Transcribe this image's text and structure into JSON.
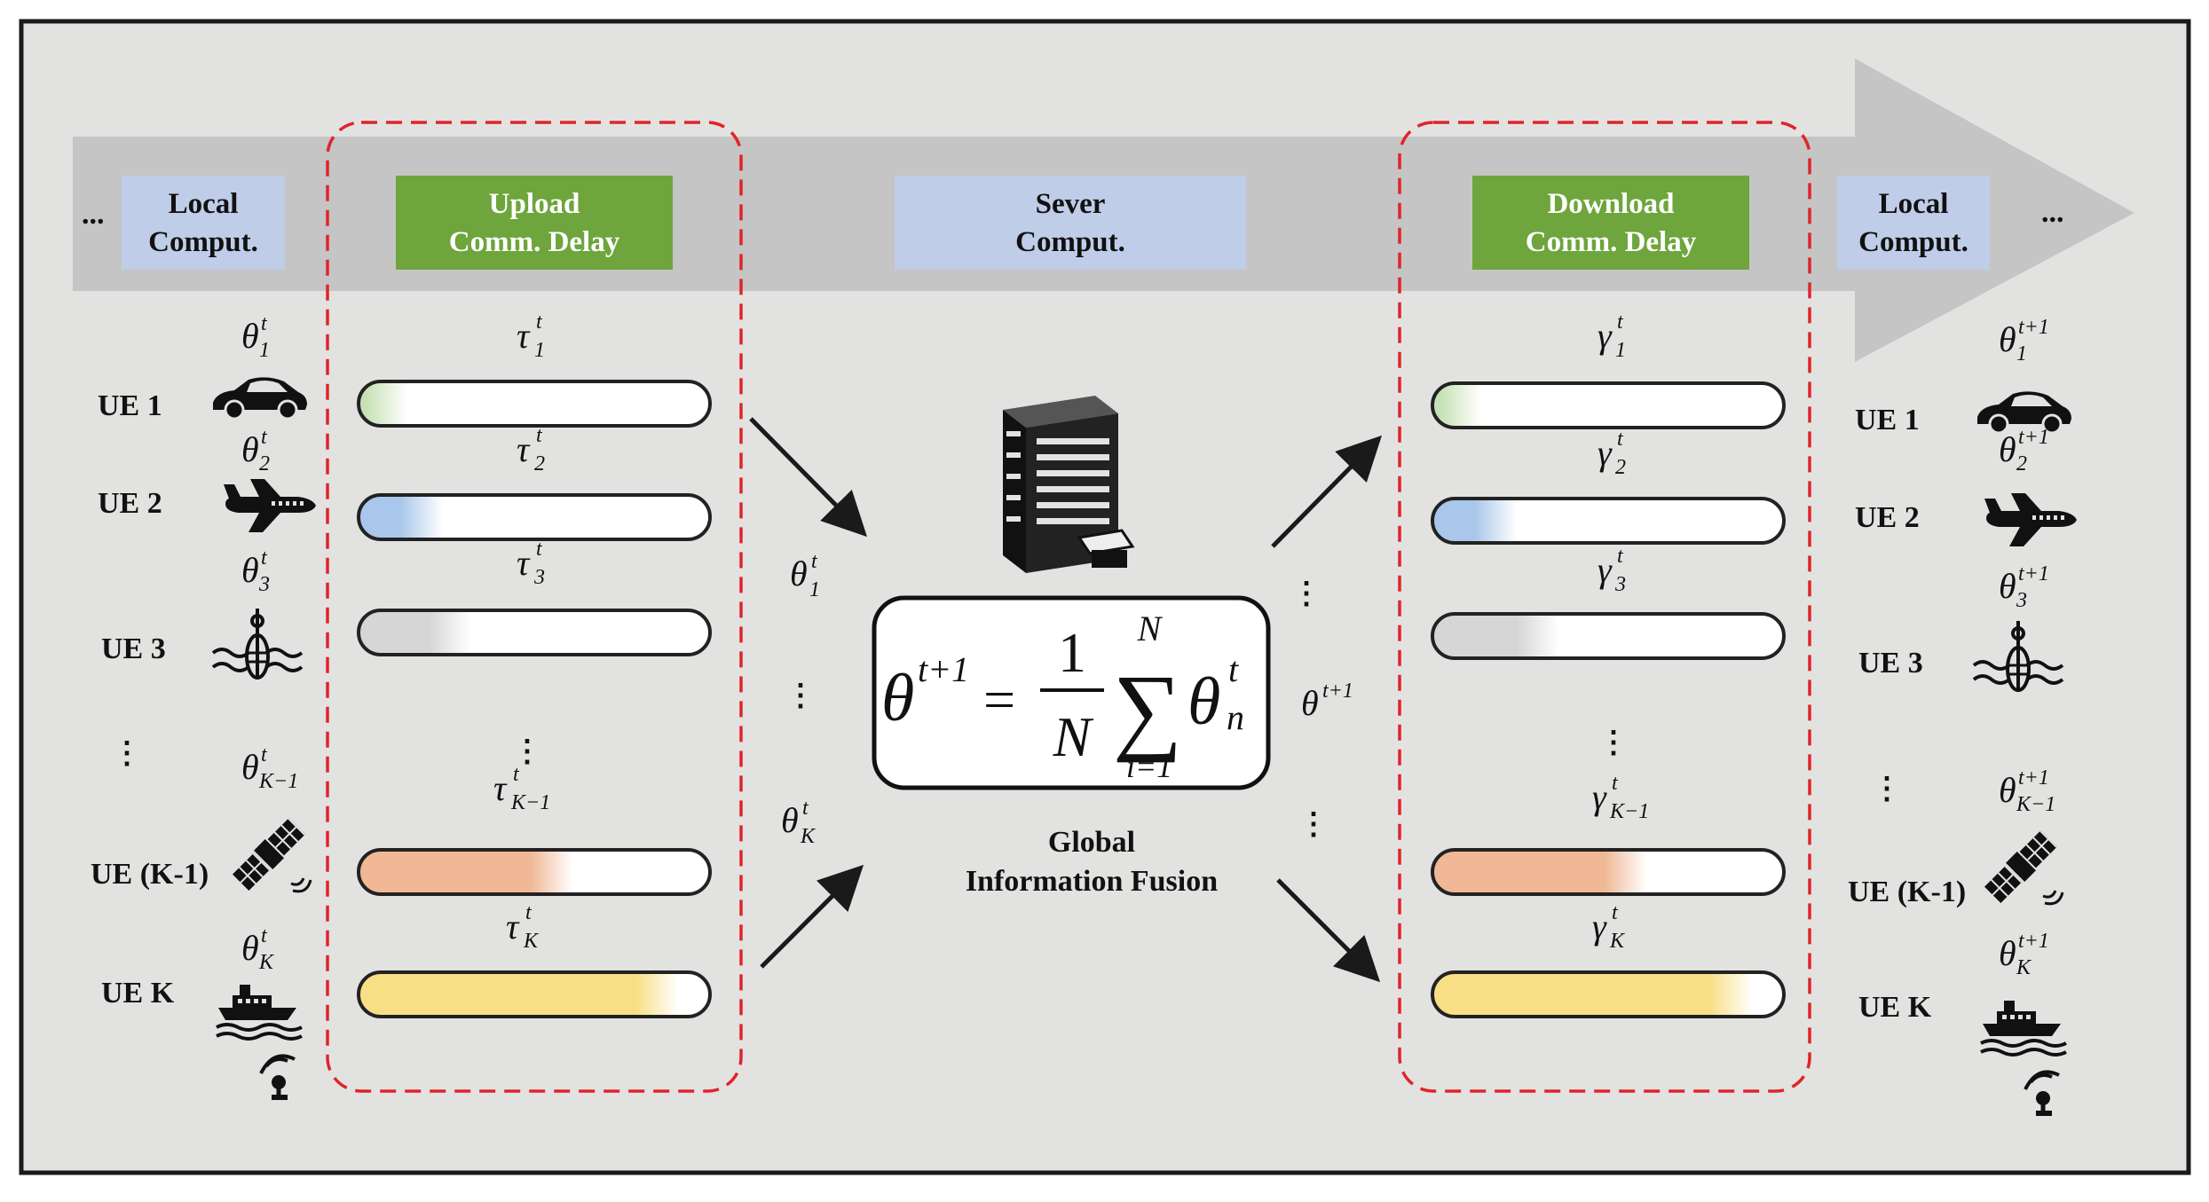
{
  "colors": {
    "background": "#e2e3e1",
    "frame": "#1a1a1a",
    "timeline_arrow": "#c4c5c4",
    "comp_box": "#c0cde9",
    "comm_box": "#6ea53c",
    "dashed_border": "#e0242a",
    "bar_green": "#c6e1b5",
    "bar_blue": "#a9c7ea",
    "bar_gray": "#d6d6d6",
    "bar_orange": "#f0b896",
    "bar_yellow": "#f8df86"
  },
  "timeline": {
    "ellipsis_left": "...",
    "ellipsis_right": "...",
    "stages": [
      {
        "line1": "Local",
        "line2": "Comput."
      },
      {
        "line1": "Upload",
        "line2": "Comm. Delay"
      },
      {
        "line1": "Sever",
        "line2": "Comput."
      },
      {
        "line1": "Download",
        "line2": "Comm. Delay"
      },
      {
        "line1": "Local",
        "line2": "Comput."
      }
    ]
  },
  "left_devices": [
    {
      "label": "UE 1",
      "theta_sub": "1",
      "theta_sup": "t",
      "icon": "car-icon"
    },
    {
      "label": "UE 2",
      "theta_sub": "2",
      "theta_sup": "t",
      "icon": "airplane-icon"
    },
    {
      "label": "UE 3",
      "theta_sub": "3",
      "theta_sup": "t",
      "icon": "buoy-icon"
    },
    {
      "label": "UE (K-1)",
      "theta_sub": "K−1",
      "theta_sup": "t",
      "icon": "satellite-icon"
    },
    {
      "label": "UE K",
      "theta_sub": "K",
      "theta_sup": "t",
      "icon": "ship-icon"
    }
  ],
  "right_devices": [
    {
      "label": "UE 1",
      "theta_sub": "1",
      "theta_sup": "t+1",
      "icon": "car-icon"
    },
    {
      "label": "UE 2",
      "theta_sub": "2",
      "theta_sup": "t+1",
      "icon": "airplane-icon"
    },
    {
      "label": "UE 3",
      "theta_sub": "3",
      "theta_sup": "t+1",
      "icon": "buoy-icon"
    },
    {
      "label": "UE (K-1)",
      "theta_sub": "K−1",
      "theta_sup": "t+1",
      "icon": "satellite-icon"
    },
    {
      "label": "UE K",
      "theta_sub": "K",
      "theta_sup": "t+1",
      "icon": "ship-icon"
    }
  ],
  "upload_bars": [
    {
      "symbol": "τ",
      "sub": "1",
      "sup": "t",
      "fill": 0.08
    },
    {
      "symbol": "τ",
      "sub": "2",
      "sup": "t",
      "fill": 0.18
    },
    {
      "symbol": "τ",
      "sub": "3",
      "sup": "t",
      "fill": 0.26
    },
    {
      "symbol": "τ",
      "sub": "K−1",
      "sup": "t",
      "fill": 0.55
    },
    {
      "symbol": "τ",
      "sub": "K",
      "sup": "t",
      "fill": 0.85
    }
  ],
  "download_bars": [
    {
      "symbol": "γ",
      "sub": "1",
      "sup": "t",
      "fill": 0.08
    },
    {
      "symbol": "γ",
      "sub": "2",
      "sup": "t",
      "fill": 0.18
    },
    {
      "symbol": "γ",
      "sub": "3",
      "sup": "t",
      "fill": 0.3
    },
    {
      "symbol": "γ",
      "sub": "K−1",
      "sup": "t",
      "fill": 0.55
    },
    {
      "symbol": "γ",
      "sub": "K",
      "sup": "t",
      "fill": 0.85
    }
  ],
  "server": {
    "icon": "server-building-icon",
    "formula": {
      "lhs": "θ",
      "lhs_sup": "t+1",
      "eq": "=",
      "num": "1",
      "den": "N",
      "sum": "∑",
      "sum_top": "N",
      "sum_bottom": "i=1",
      "term": "θ",
      "term_sub": "n",
      "term_sup": "t"
    },
    "caption_line1": "Global",
    "caption_line2": "Information Fusion",
    "in_top": {
      "sym": "θ",
      "sub": "1",
      "sup": "t"
    },
    "in_bottom": {
      "sym": "θ",
      "sub": "K",
      "sup": "t"
    },
    "out": {
      "sym": "θ",
      "sup": "t+1"
    }
  },
  "vdots": "⋮"
}
